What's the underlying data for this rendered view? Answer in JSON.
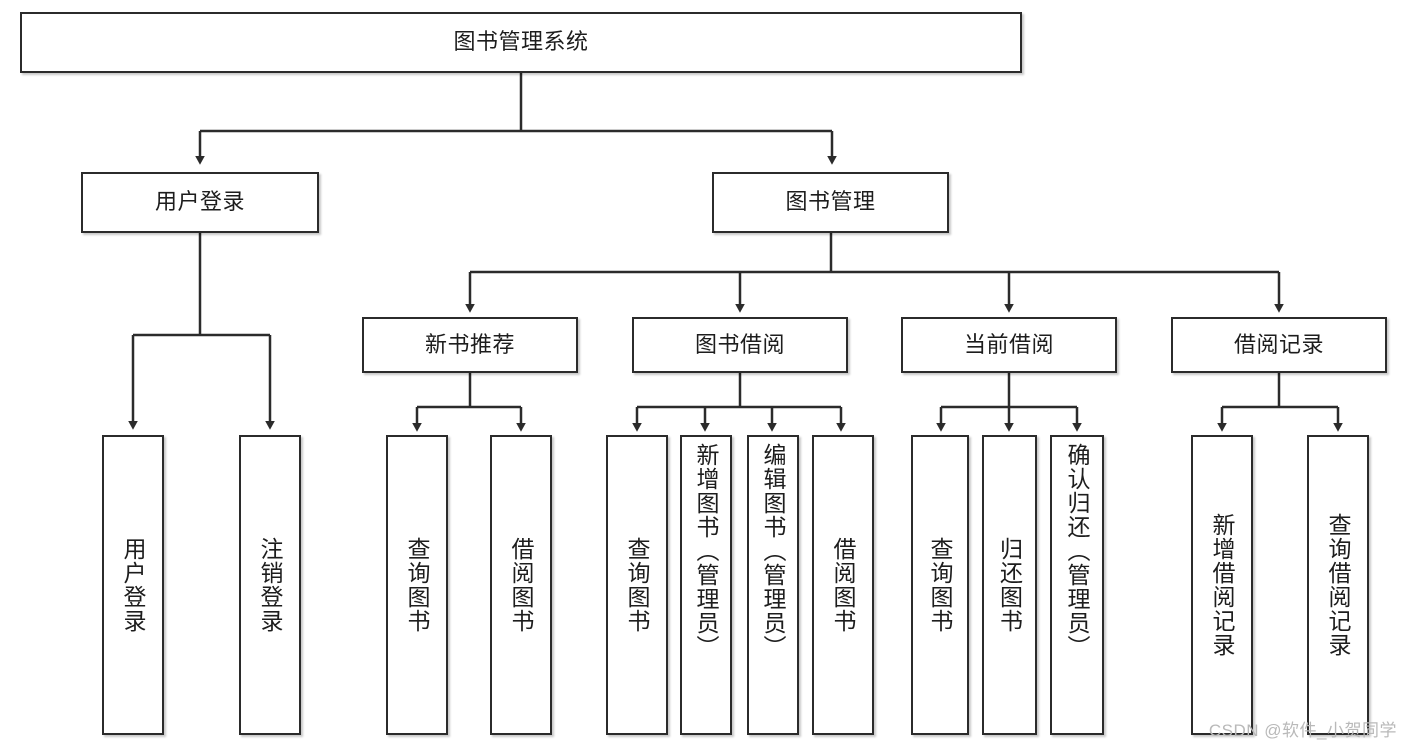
{
  "diagram": {
    "title": "图书管理系统",
    "type": "tree-hierarchy-diagram",
    "watermark": "CSDN @软件_小贺同学",
    "colors": {
      "stroke": "#2b2b2b",
      "fill": "#ffffff",
      "text": "#1d1d1d",
      "watermark": "#b9b9b9"
    },
    "levels": {
      "root": "图书管理系统",
      "level2": [
        "用户登录",
        "图书管理"
      ],
      "level3": [
        "新书推荐",
        "图书借阅",
        "当前借阅",
        "借阅记录"
      ]
    },
    "nodes": {
      "root": {
        "label": "图书管理系统"
      },
      "user_login": {
        "label": "用户登录"
      },
      "book_manage": {
        "label": "图书管理"
      },
      "new_book_rec": {
        "label": "新书推荐"
      },
      "book_borrow": {
        "label": "图书借阅"
      },
      "current_borrow": {
        "label": "当前借阅"
      },
      "borrow_record": {
        "label": "借阅记录"
      },
      "leaf_user_login": {
        "label": "用户登录"
      },
      "leaf_logout": {
        "label": "注销登录"
      },
      "leaf_query_book_1": {
        "label": "查询图书"
      },
      "leaf_borrow_book_1": {
        "label": "借阅图书"
      },
      "leaf_query_book_2": {
        "label": "查询图书"
      },
      "leaf_add_book": {
        "label": "新增图书（管理员）"
      },
      "leaf_edit_book": {
        "label": "编辑图书（管理员）"
      },
      "leaf_borrow_book_2": {
        "label": "借阅图书"
      },
      "leaf_query_book_3": {
        "label": "查询图书"
      },
      "leaf_return_book": {
        "label": "归还图书"
      },
      "leaf_confirm_return": {
        "label": "确认归还（管理员）"
      },
      "leaf_add_record": {
        "label": "新增借阅记录"
      },
      "leaf_query_record": {
        "label": "查询借阅记录"
      }
    },
    "edges": [
      {
        "from": "root",
        "to": "user_login"
      },
      {
        "from": "root",
        "to": "book_manage"
      },
      {
        "from": "user_login",
        "to": "leaf_user_login"
      },
      {
        "from": "user_login",
        "to": "leaf_logout"
      },
      {
        "from": "book_manage",
        "to": "new_book_rec"
      },
      {
        "from": "book_manage",
        "to": "book_borrow"
      },
      {
        "from": "book_manage",
        "to": "current_borrow"
      },
      {
        "from": "book_manage",
        "to": "borrow_record"
      },
      {
        "from": "new_book_rec",
        "to": "leaf_query_book_1"
      },
      {
        "from": "new_book_rec",
        "to": "leaf_borrow_book_1"
      },
      {
        "from": "book_borrow",
        "to": "leaf_query_book_2"
      },
      {
        "from": "book_borrow",
        "to": "leaf_add_book"
      },
      {
        "from": "book_borrow",
        "to": "leaf_edit_book"
      },
      {
        "from": "book_borrow",
        "to": "leaf_borrow_book_2"
      },
      {
        "from": "current_borrow",
        "to": "leaf_query_book_3"
      },
      {
        "from": "current_borrow",
        "to": "leaf_return_book"
      },
      {
        "from": "current_borrow",
        "to": "leaf_confirm_return"
      },
      {
        "from": "borrow_record",
        "to": "leaf_add_record"
      },
      {
        "from": "borrow_record",
        "to": "leaf_query_record"
      }
    ]
  }
}
